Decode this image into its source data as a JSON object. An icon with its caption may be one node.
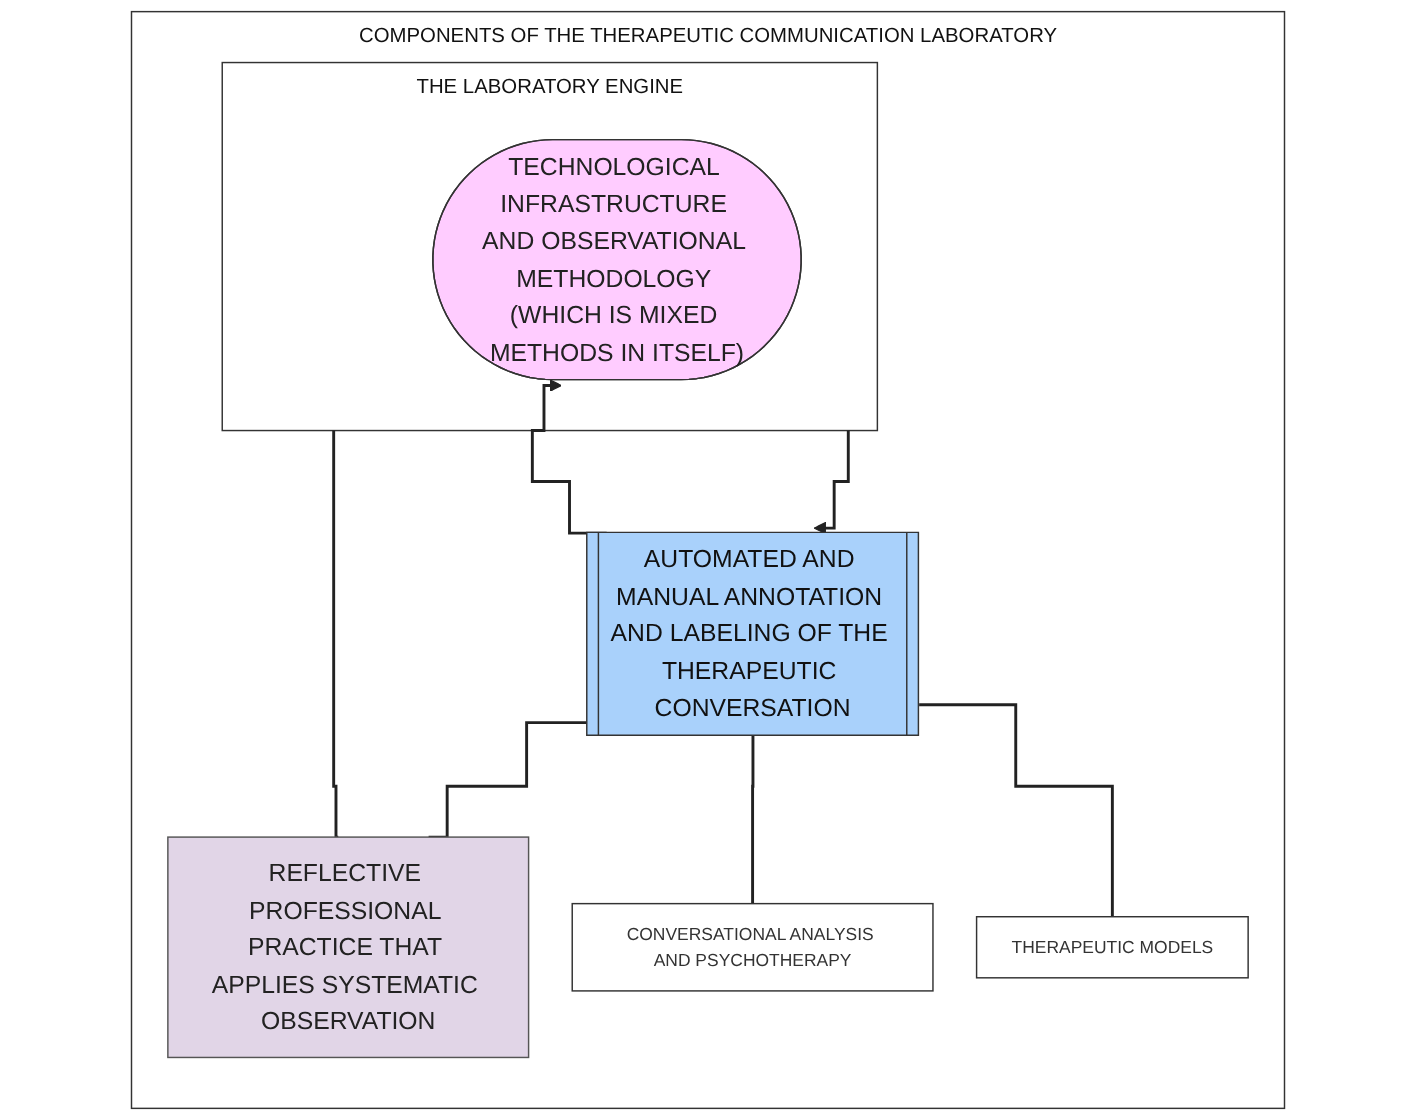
{
  "diagram": {
    "nodes": [
      {
        "text": [
          "COMPONENTS OF THE THERAPEUTIC COMMUNICATION LABORATORY"
        ]
      },
      {
        "text": [
          "THE LABORATORY ENGINE"
        ],
        "in": 0
      },
      {
        "text": [
          "TECHNOLOGICAL INFRASTRUCTURE AND OBSERVATIONAL METHODOLOGY (WHICH IS MIXED METHODS IN ITSELF)"
        ],
        "in": 1
      },
      {
        "text": [
          "REFLECTIVE PROFESSIONAL PRACTICE THAT APPLIES SYSTEMATIC OBSERVATION"
        ],
        "in": 0
      },
      {
        "text": [
          "AUTOMATED AND MANUAL ANNOTATION AND LABELING OF THE THERAPEUTIC CONVERSATION"
        ],
        "in": 0
      },
      {
        "text": [
          "CONVERSATIONAL ANALYSIS AND PSYCHOTHERAPY"
        ],
        "in": 0
      },
      {
        "text": [
          "THERAPEUTIC MODELS"
        ],
        "in": 0
      }
    ],
    "edges": [
      {
        "from": 1,
        "to": 4,
        "arrow": "to"
      },
      {
        "from": 4,
        "to": 2,
        "arrow": "to"
      },
      {
        "from": 1,
        "to": 3,
        "arrow": "none"
      },
      {
        "from": 4,
        "to": 3,
        "arrow": "none"
      },
      {
        "from": 4,
        "to": 5,
        "arrow": "none"
      },
      {
        "from": 4,
        "to": 6,
        "arrow": "none"
      }
    ]
  }
}
